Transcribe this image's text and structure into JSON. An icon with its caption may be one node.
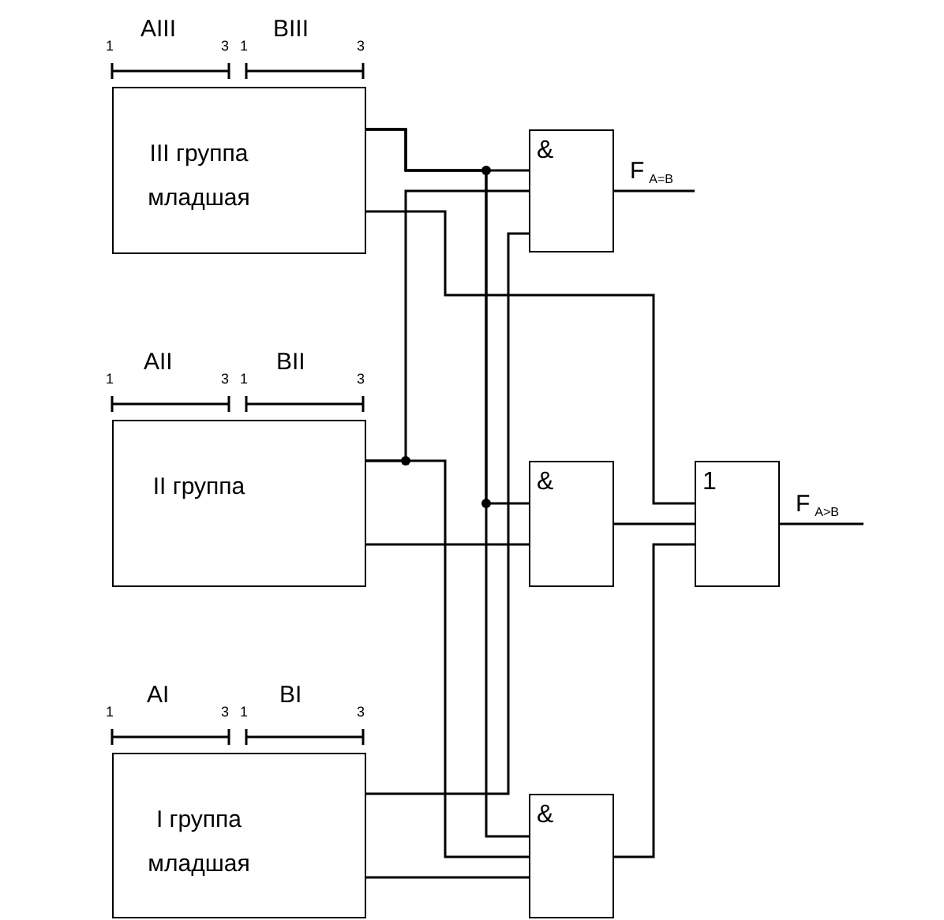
{
  "diagram": {
    "nodes": [
      {
        "text": [
          "III группа младшая"
        ],
        "beside": [
          "AIII",
          "BIII",
          "1",
          "3",
          "1",
          "3"
        ]
      },
      {
        "text": [
          "II группа"
        ],
        "beside": [
          "AII",
          "BII",
          "1",
          "3",
          "1",
          "3"
        ]
      },
      {
        "text": [
          "I группа младшая"
        ],
        "beside": [
          "AI",
          "BI",
          "1",
          "3",
          "1",
          "3"
        ]
      },
      {
        "text": [
          "&"
        ]
      },
      {
        "text": [
          "&"
        ]
      },
      {
        "text": [
          "&"
        ]
      },
      {
        "text": [
          "1"
        ]
      }
    ],
    "edges": [
      {
        "from": 0,
        "to": 3,
        "arrow": "none"
      },
      {
        "from": 0,
        "to": 4,
        "arrow": "none"
      },
      {
        "from": 0,
        "to": 5,
        "arrow": "none"
      },
      {
        "from": 0,
        "to": 6,
        "arrow": "none"
      },
      {
        "from": 1,
        "to": 3,
        "arrow": "none"
      },
      {
        "from": 1,
        "to": 5,
        "arrow": "none"
      },
      {
        "from": 1,
        "to": 4,
        "arrow": "none"
      },
      {
        "from": 2,
        "to": 3,
        "arrow": "none"
      },
      {
        "from": 2,
        "to": 5,
        "arrow": "none"
      },
      {
        "from": 4,
        "to": 6,
        "arrow": "none"
      },
      {
        "from": 5,
        "to": 6,
        "arrow": "none"
      },
      {
        "from": 3,
        "to": null,
        "arrow": "none",
        "label": "F$_{A=B}$"
      },
      {
        "from": 6,
        "to": null,
        "arrow": "none",
        "label": "F$_{A>B}$"
      }
    ]
  }
}
